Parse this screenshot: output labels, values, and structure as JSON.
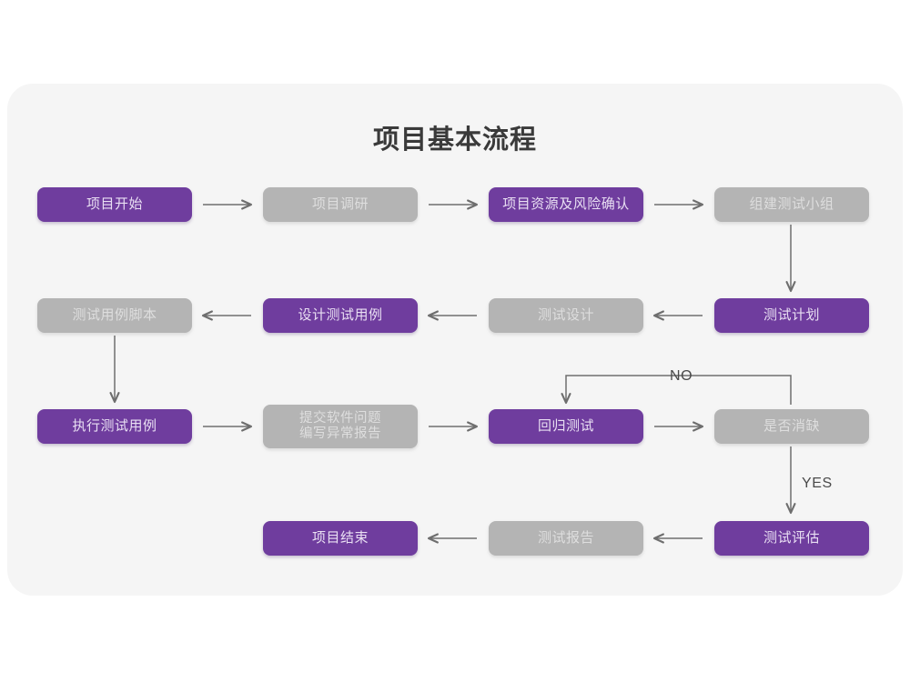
{
  "diagram": {
    "title": "项目基本流程",
    "colors": {
      "purple": "#6F3D9E",
      "gray": "#B4B4B4",
      "card_bg": "#F5F5F5",
      "page_bg": "#FFFFFF",
      "connector": "#6E6E6E"
    },
    "nodes": [
      {
        "id": "n1",
        "label": "项目开始",
        "style": "purple",
        "row": 1,
        "col": 1
      },
      {
        "id": "n2",
        "label": "项目调研",
        "style": "gray",
        "row": 1,
        "col": 2
      },
      {
        "id": "n3",
        "label": "项目资源及风险确认",
        "style": "purple",
        "row": 1,
        "col": 3
      },
      {
        "id": "n4",
        "label": "组建测试小组",
        "style": "gray",
        "row": 1,
        "col": 4
      },
      {
        "id": "n5",
        "label": "测试用例脚本",
        "style": "gray",
        "row": 2,
        "col": 1
      },
      {
        "id": "n6",
        "label": "设计测试用例",
        "style": "purple",
        "row": 2,
        "col": 2
      },
      {
        "id": "n7",
        "label": "测试设计",
        "style": "gray",
        "row": 2,
        "col": 3
      },
      {
        "id": "n8",
        "label": "测试计划",
        "style": "purple",
        "row": 2,
        "col": 4
      },
      {
        "id": "n9",
        "label": "执行测试用例",
        "style": "purple",
        "row": 3,
        "col": 1
      },
      {
        "id": "n10",
        "label_line1": "提交软件问题",
        "label_line2": "编写异常报告",
        "style": "gray",
        "row": 3,
        "col": 2
      },
      {
        "id": "n11",
        "label": "回归测试",
        "style": "purple",
        "row": 3,
        "col": 3
      },
      {
        "id": "n12",
        "label": "是否消缺",
        "style": "gray",
        "row": 3,
        "col": 4
      },
      {
        "id": "n13",
        "label": "项目结束",
        "style": "purple",
        "row": 4,
        "col": 2
      },
      {
        "id": "n14",
        "label": "测试报告",
        "style": "gray",
        "row": 4,
        "col": 3
      },
      {
        "id": "n15",
        "label": "测试评估",
        "style": "purple",
        "row": 4,
        "col": 4
      }
    ],
    "edge_labels": {
      "no": "NO",
      "yes": "YES"
    },
    "edges": [
      {
        "from": "n1",
        "to": "n2",
        "dir": "right"
      },
      {
        "from": "n2",
        "to": "n3",
        "dir": "right"
      },
      {
        "from": "n3",
        "to": "n4",
        "dir": "right"
      },
      {
        "from": "n4",
        "to": "n8",
        "dir": "down"
      },
      {
        "from": "n8",
        "to": "n7",
        "dir": "left"
      },
      {
        "from": "n7",
        "to": "n6",
        "dir": "left"
      },
      {
        "from": "n6",
        "to": "n5",
        "dir": "left"
      },
      {
        "from": "n5",
        "to": "n9",
        "dir": "down"
      },
      {
        "from": "n9",
        "to": "n10",
        "dir": "right"
      },
      {
        "from": "n10",
        "to": "n11",
        "dir": "right"
      },
      {
        "from": "n11",
        "to": "n12",
        "dir": "right"
      },
      {
        "from": "n12",
        "to": "n11",
        "dir": "loop-up-left",
        "label": "NO"
      },
      {
        "from": "n12",
        "to": "n15",
        "dir": "down",
        "label": "YES"
      },
      {
        "from": "n15",
        "to": "n14",
        "dir": "left"
      },
      {
        "from": "n14",
        "to": "n13",
        "dir": "left"
      }
    ]
  }
}
